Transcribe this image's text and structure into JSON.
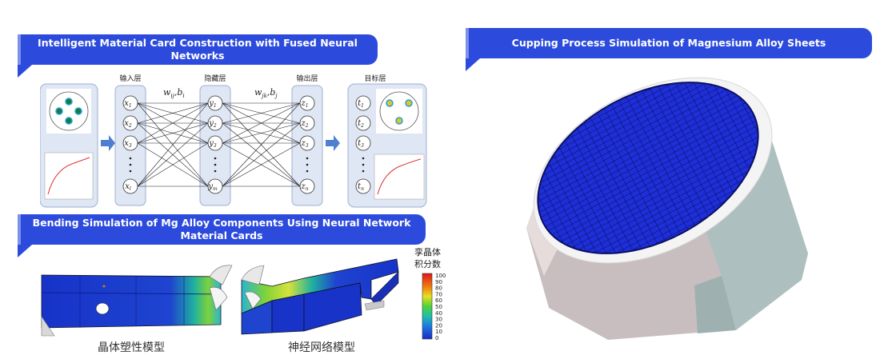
{
  "banners": {
    "nn": "Intelligent Material Card Construction with Fused Neural Networks",
    "cupping": "Cupping Process Simulation of Magnesium Alloy Sheets",
    "bending": "Bending Simulation of Mg Alloy Components Using Neural Network Material Cards"
  },
  "network": {
    "layers": {
      "input": "输入层",
      "hidden": "隐藏层",
      "output": "输出层",
      "target": "目标层"
    },
    "weights_ij": "w",
    "weights_ij_sub": "ij",
    "bias_i": "b",
    "bias_i_sub": "i",
    "weights_jk": "w",
    "weights_jk_sub": "jk",
    "bias_j": "b",
    "bias_j_sub": "j",
    "input_nodes": [
      "x1",
      "x2",
      "x3",
      "xl"
    ],
    "hidden_nodes": [
      "y1",
      "y2",
      "y3",
      "ym"
    ],
    "output_nodes": [
      "z1",
      "z2",
      "z3",
      "zn"
    ],
    "target_nodes": [
      "t1",
      "t2",
      "t3",
      "tn"
    ]
  },
  "bending": {
    "left_label": "晶体塑性模型",
    "right_label": "神经网络模型",
    "colorbar_title_line1": "孪晶体",
    "colorbar_title_line2": "积分数",
    "colorbar_ticks": [
      "100",
      "90",
      "80",
      "70",
      "60",
      "50",
      "40",
      "30",
      "20",
      "10",
      "0"
    ]
  },
  "colors": {
    "banner": "#2c4bdc",
    "mesh_top": "#1f2fd8",
    "panel_bg": "#dfe6f4"
  }
}
